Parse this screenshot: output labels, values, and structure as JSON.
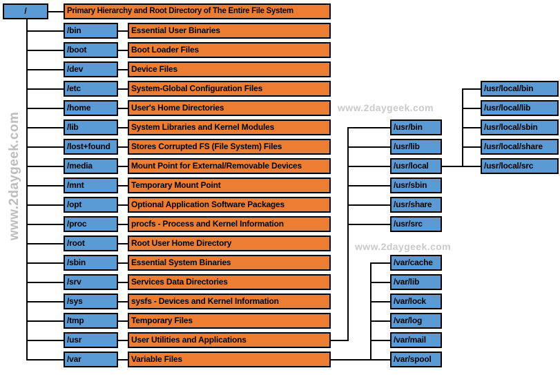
{
  "watermark": {
    "text": "www.2daygeek.com"
  },
  "colors": {
    "directory_box": "#5B9BD5",
    "description_box": "#ED7D31",
    "line_and_border": "#000000",
    "watermark_gray": "#C8C6C6"
  },
  "root": {
    "label": "/",
    "description": "Primary Hierarchy and Root Directory of The Entire File System"
  },
  "directories": [
    {
      "label": "/bin",
      "description": "Essential User Binaries"
    },
    {
      "label": "/boot",
      "description": "Boot Loader Files"
    },
    {
      "label": "/dev",
      "description": "Device Files"
    },
    {
      "label": "/etc",
      "description": "System-Global Configuration Files"
    },
    {
      "label": "/home",
      "description": "User's Home Directories"
    },
    {
      "label": "/lib",
      "description": "System Libraries and Kernel Modules"
    },
    {
      "label": "/lost+found",
      "description": "Stores Corrupted FS (File System) Files"
    },
    {
      "label": "/media",
      "description": "Mount Point for External/Removable Devices"
    },
    {
      "label": "/mnt",
      "description": "Temporary Mount Point"
    },
    {
      "label": "/opt",
      "description": "Optional Application Software Packages"
    },
    {
      "label": "/proc",
      "description": "procfs - Process and Kernel Information"
    },
    {
      "label": "/root",
      "description": "Root User Home Directory"
    },
    {
      "label": "/sbin",
      "description": "Essential System Binaries"
    },
    {
      "label": "/srv",
      "description": "Services Data Directories"
    },
    {
      "label": "/sys",
      "description": "sysfs - Devices and Kernel Information"
    },
    {
      "label": "/tmp",
      "description": "Temporary Files"
    },
    {
      "label": "/usr",
      "description": "User Utilities and Applications"
    },
    {
      "label": "/var",
      "description": "Variable Files"
    }
  ],
  "usr_subdirectories": [
    "/usr/bin",
    "/usr/lib",
    "/usr/local",
    "/usr/sbin",
    "/usr/share",
    "/usr/src"
  ],
  "usr_local_subdirectories": [
    "/usr/local/bin",
    "/usr/local/lib",
    "/usr/local/sbin",
    "/usr/local/share",
    "/usr/local/src"
  ],
  "var_subdirectories": [
    "/var/cache",
    "/var/lib",
    "/var/lock",
    "/var/log",
    "/var/mail",
    "/var/spool"
  ]
}
